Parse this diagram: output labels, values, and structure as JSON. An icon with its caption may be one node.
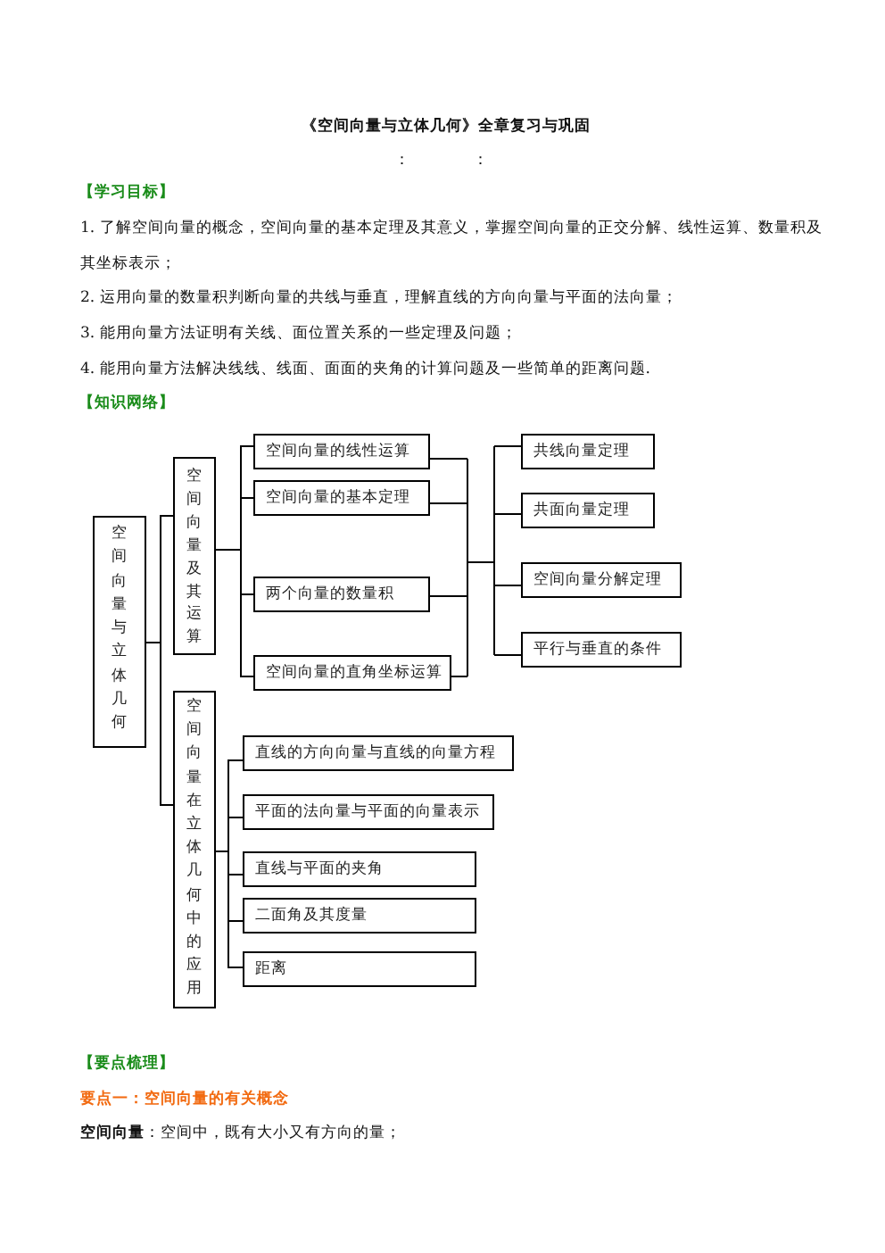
{
  "diagram": {
    "title": "《空间向量与立体几何》全章复习与巩固",
    "nodes": [
      {
        "text": [
          "空间向量与立体几何"
        ]
      },
      {
        "text": [
          "空间向量及其运算"
        ]
      },
      {
        "text": [
          "空间向量的线性运算"
        ]
      },
      {
        "text": [
          "空间向量的基本定理"
        ]
      },
      {
        "text": [
          "两个向量的数量积"
        ]
      },
      {
        "text": [
          "空间向量的直角坐标运算"
        ]
      },
      {
        "text": [
          "共线向量定理"
        ]
      },
      {
        "text": [
          "共面向量定理"
        ]
      },
      {
        "text": [
          "空间向量分解定理"
        ]
      },
      {
        "text": [
          "平行与垂直的条件"
        ]
      },
      {
        "text": [
          "空间向量在立体几何中的应用"
        ]
      },
      {
        "text": [
          "直线的方向向量与直线的向量方程"
        ]
      },
      {
        "text": [
          "平面的法向量与平面的向量表示"
        ]
      },
      {
        "text": [
          "直线与平面的夹角"
        ]
      },
      {
        "text": [
          "二面角及其度量"
        ]
      },
      {
        "text": [
          "距离"
        ]
      }
    ],
    "edges": [
      {
        "from": 0,
        "to": 1,
        "arrow": "none"
      },
      {
        "from": 0,
        "to": 10,
        "arrow": "none"
      },
      {
        "from": 1,
        "to": 2,
        "arrow": "none"
      },
      {
        "from": 1,
        "to": 3,
        "arrow": "none"
      },
      {
        "from": 1,
        "to": 4,
        "arrow": "none"
      },
      {
        "from": 1,
        "to": 5,
        "arrow": "none"
      },
      {
        "from": 2,
        "to": 6,
        "arrow": "none"
      },
      {
        "from": 2,
        "to": 7,
        "arrow": "none"
      },
      {
        "from": 2,
        "to": 8,
        "arrow": "none"
      },
      {
        "from": 2,
        "to": 9,
        "arrow": "none"
      },
      {
        "from": 3,
        "to": 6,
        "arrow": "none"
      },
      {
        "from": 3,
        "to": 7,
        "arrow": "none"
      },
      {
        "from": 3,
        "to": 8,
        "arrow": "none"
      },
      {
        "from": 3,
        "to": 9,
        "arrow": "none"
      },
      {
        "from": 4,
        "to": 6,
        "arrow": "none"
      },
      {
        "from": 4,
        "to": 7,
        "arrow": "none"
      },
      {
        "from": 4,
        "to": 8,
        "arrow": "none"
      },
      {
        "from": 4,
        "to": 9,
        "arrow": "none"
      },
      {
        "from": 5,
        "to": 6,
        "arrow": "none"
      },
      {
        "from": 5,
        "to": 7,
        "arrow": "none"
      },
      {
        "from": 5,
        "to": 8,
        "arrow": "none"
      },
      {
        "from": 5,
        "to": 9,
        "arrow": "none"
      },
      {
        "from": 10,
        "to": 11,
        "arrow": "none"
      },
      {
        "from": 10,
        "to": 12,
        "arrow": "none"
      },
      {
        "from": 10,
        "to": 13,
        "arrow": "none"
      },
      {
        "from": 10,
        "to": 14,
        "arrow": "none"
      },
      {
        "from": 10,
        "to": 15,
        "arrow": "none"
      }
    ],
    "labels": [
      "：",
      "：",
      "【学习目标】",
      "1. 了解空间向量的概念，空间向量的基本定理及其意义，掌握空间向量的正交分解、线性运算、数量积及其坐标表示；",
      "2. 运用向量的数量积判断向量的共线与垂直，理解直线的方向向量与平面的法向量；",
      "3. 能用向量方法证明有关线、面位置关系的一些定理及问题；",
      "4. 能用向量方法解决线线、线面、面面的夹角的计算问题及一些简单的距离问题.",
      "【知识网络】",
      "【要点梳理】",
      "要点一：空间向量的有关概念",
      "**空间向量**：空间中，既有大小又有方向的量；"
    ]
  }
}
